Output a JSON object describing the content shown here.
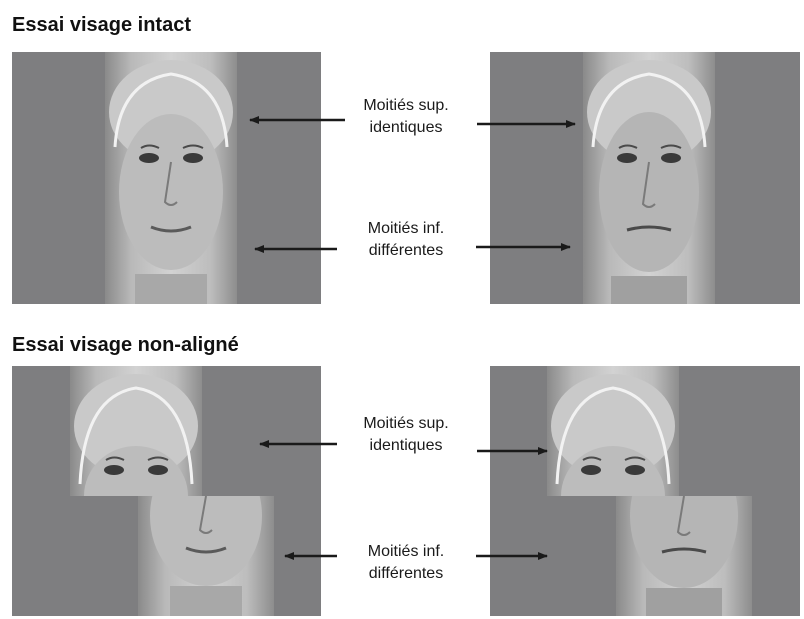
{
  "sections": {
    "intact": {
      "title": "Essai visage intact",
      "top_label": {
        "line1": "Moitiés sup.",
        "line2": "identiques"
      },
      "bottom_label": {
        "line1": "Moitiés inf.",
        "line2": "différentes"
      }
    },
    "misaligned": {
      "title": "Essai visage non-aligné",
      "top_label": {
        "line1": "Moitiés sup.",
        "line2": "identiques"
      },
      "bottom_label": {
        "line1": "Moitiés inf.",
        "line2": "différentes"
      }
    }
  },
  "colors": {
    "panel_background": "#7e7e80",
    "arrow": "#1a1a1a",
    "hairnet_outline": "#f2f2f2"
  }
}
